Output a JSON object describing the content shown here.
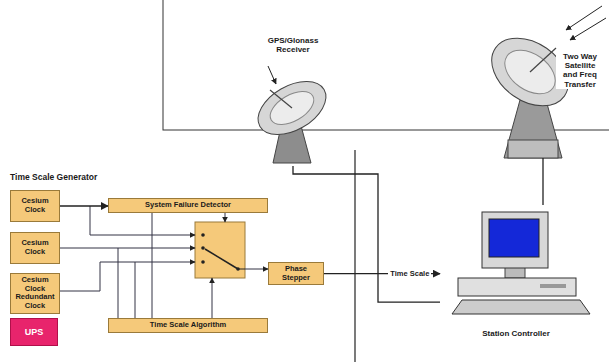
{
  "diagram": {
    "nodes": [
      {
        "text": [
          "GPS/Glonass Receiver"
        ]
      },
      {
        "text": [
          "Two Way Satellite and Freq Transfer"
        ]
      },
      {
        "text": [
          "Cesium Clock"
        ]
      },
      {
        "text": [
          "System Failure Detector"
        ]
      },
      {
        "text": [
          "Cesium Clock"
        ]
      },
      {
        "text": [
          "Cesium Clock Redundant Clock"
        ]
      },
      {
        "text": [
          "Phase Stepper"
        ]
      },
      {
        "text": [
          "Time Scale Algorithm"
        ]
      },
      {
        "text": [
          "UPS"
        ]
      },
      {
        "text": [
          "Station Controller"
        ]
      }
    ],
    "edges": [
      {
        "from": 6,
        "to": 9,
        "label": "Time Scale",
        "arrow": "to"
      },
      {
        "from": 0,
        "to": 9,
        "arrow": "none"
      },
      {
        "from": 1,
        "to": 9,
        "arrow": "none"
      },
      {
        "from": 2,
        "to": 3,
        "arrow": "to"
      }
    ],
    "labels": [
      "Time Scale Generator"
    ]
  }
}
